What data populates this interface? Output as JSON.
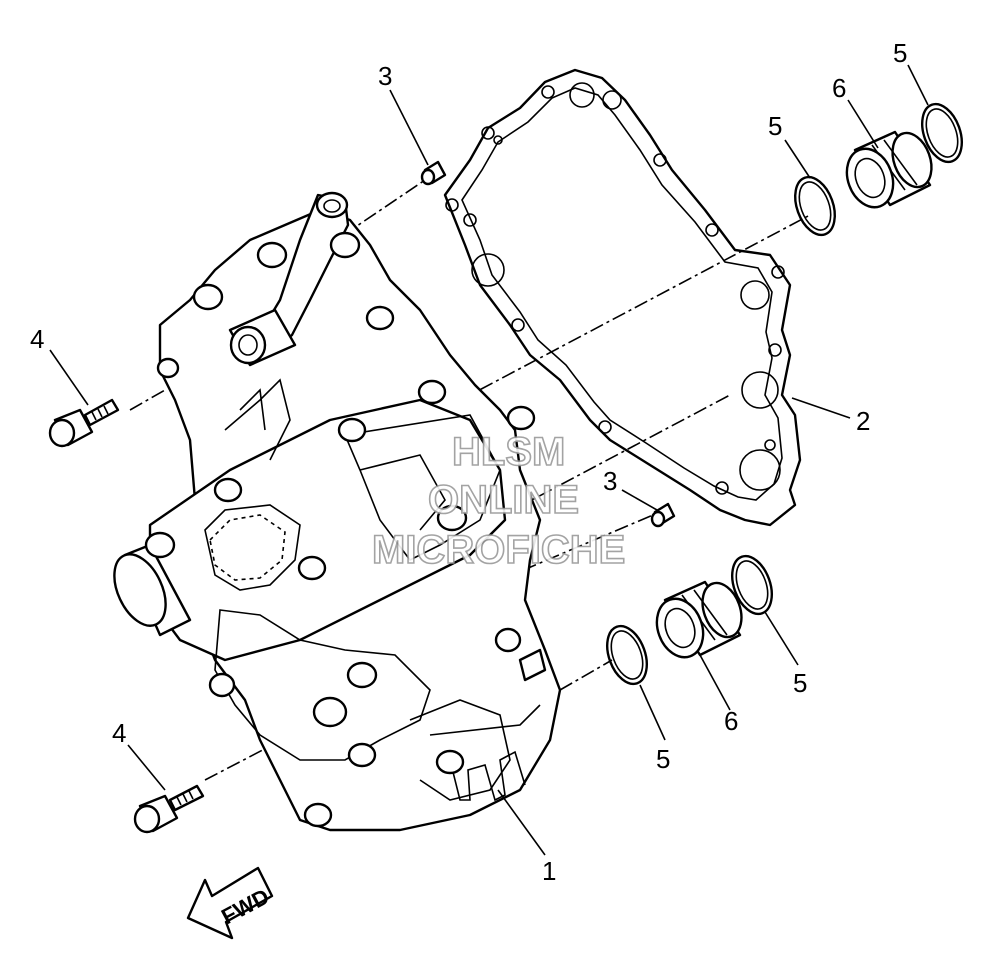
{
  "callouts": {
    "c1": "1",
    "c2": "2",
    "c3a": "3",
    "c3b": "3",
    "c4a": "4",
    "c4b": "4",
    "c5a": "5",
    "c5b": "5",
    "c5c": "5",
    "c5d": "5",
    "c6a": "6",
    "c6b": "6"
  },
  "watermark": {
    "line1": "HLSM",
    "line2": "ONLINE",
    "line3": "MICROFICHE"
  },
  "direction_arrow": {
    "label": "FWD"
  }
}
